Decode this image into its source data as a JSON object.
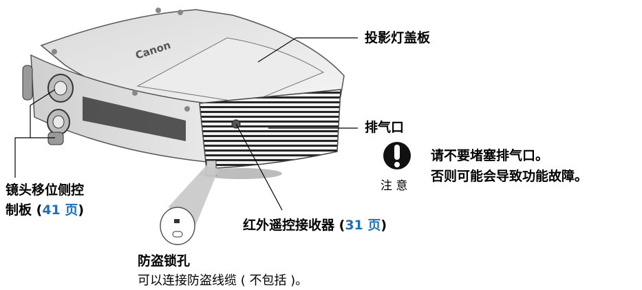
{
  "labels": {
    "lamp_cover": "投影灯盖板",
    "exhaust": "排气口",
    "lens_shift_line1": "镜头移位侧控",
    "lens_shift_line2_pre": "制板 (",
    "lens_shift_page": "41 页",
    "lens_shift_post": ")",
    "ir_receiver_pre": "红外遥控接收器 (",
    "ir_receiver_page": "31 页",
    "ir_receiver_post": ")",
    "lock_title": "防盗锁孔",
    "lock_desc": "可以连接防盗线缆 ( 不包括 )。"
  },
  "caution": {
    "label": "注 意",
    "line1": "请不要堵塞排气口。",
    "line2": "否则可能会导致功能故障。"
  },
  "brand": "Canon",
  "colors": {
    "accent": "#1f6fb5"
  }
}
